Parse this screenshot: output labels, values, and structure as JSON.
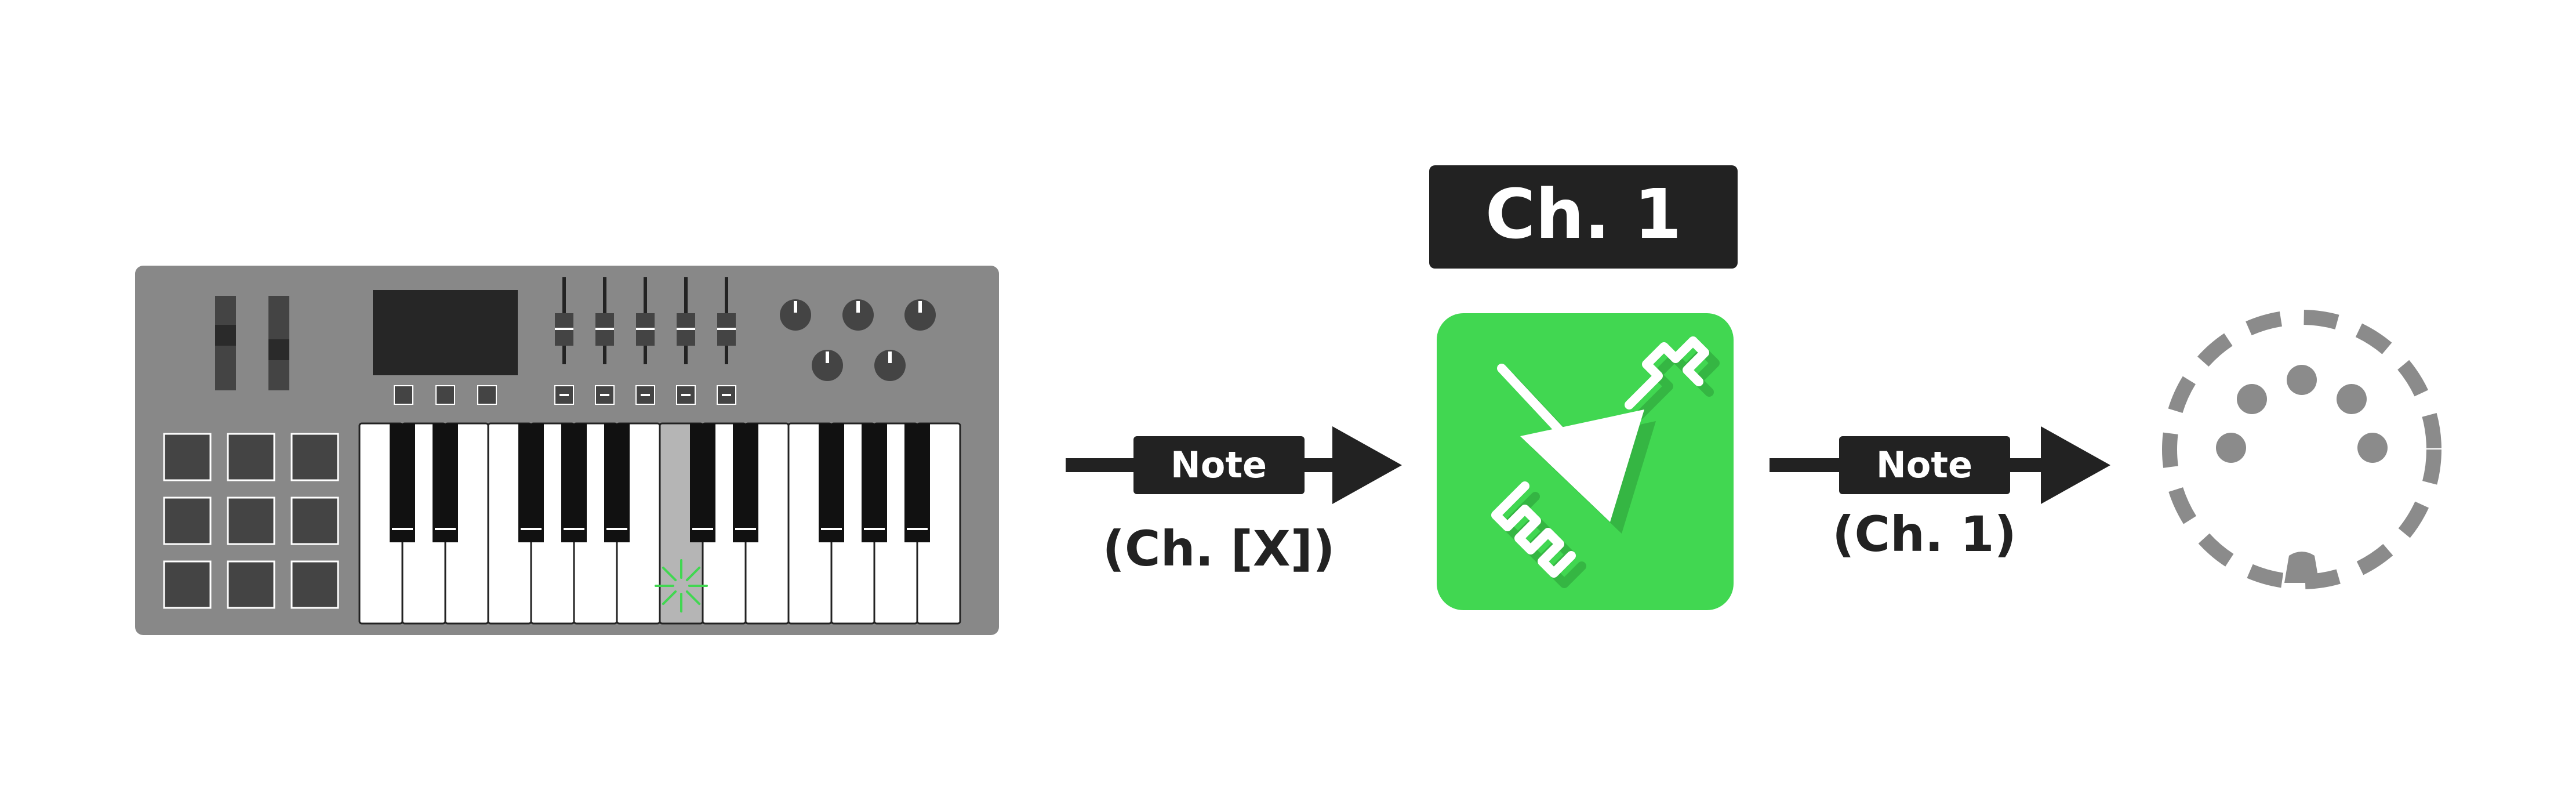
{
  "labels": {
    "channel_title": "Ch. 1",
    "note_in": "Note",
    "channel_in": "(Ch. [X])",
    "note_out": "Note",
    "channel_out": "(Ch. 1)"
  },
  "keyboard": {
    "pressed_key_index": 7
  },
  "colors": {
    "controller_body": "#888888",
    "controller_dark": "#444444",
    "panel_dark": "#222222",
    "plugin_green": "#41d751",
    "pressed_key": "#b5b5b5",
    "midi_port": "#8b8b8b",
    "highlight": "#41d751"
  }
}
